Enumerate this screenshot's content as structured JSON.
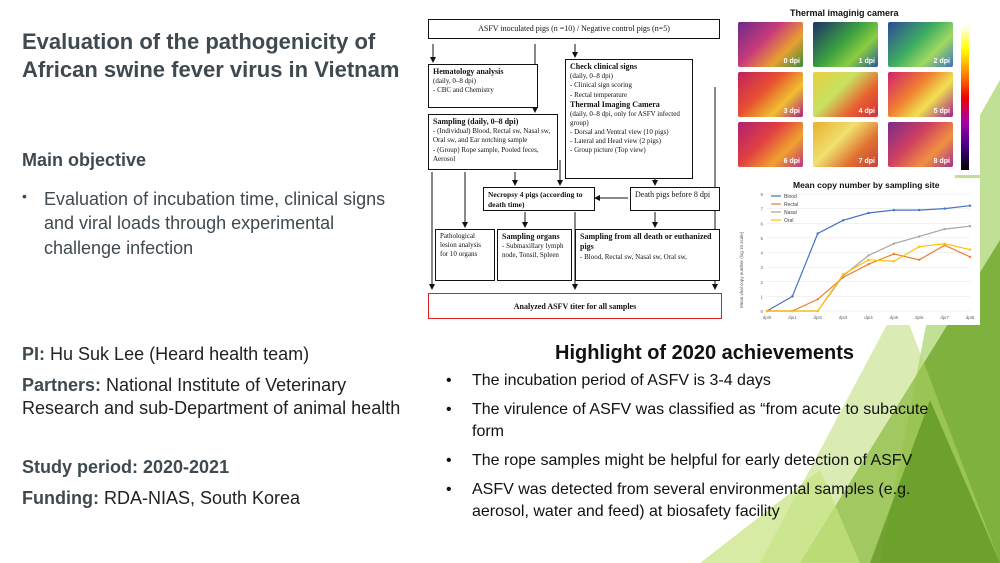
{
  "title": "Evaluation of the pathogenicity of African swine fever virus in Vietnam",
  "objective_heading": "Main objective",
  "objective_bullet": "Evaluation of incubation time, clinical signs and viral loads through experimental challenge infection",
  "pi_label": "PI:",
  "pi_value": "Hu Suk Lee (Heard health team)",
  "partners_label": "Partners:",
  "partners_value": "National Institute of Veterinary Research and sub-Department of animal health",
  "study_period": "Study period: 2020-2021",
  "funding_label": "Funding:",
  "funding_value": "RDA-NIAS, South Korea",
  "highlights_title": "Highlight of 2020 achievements",
  "highlights": [
    "The incubation period of ASFV is 3-4 days",
    "The virulence of ASFV was classified as “from acute to subacute form",
    "The rope samples might be helpful for early detection of ASFV",
    "ASFV was detected from several environmental samples (e.g. aerosol, water and feed) at biosafety facility"
  ],
  "flowchart": {
    "top": "ASFV inoculated pigs (n =10) / Negative control pigs (n=5)",
    "hema_title": "Hematology analysis",
    "hema_sub": "(daily, 0–8 dpi)",
    "hema_item": "-   CBC and Chemistry",
    "samp_title": "Sampling (daily, 0–8 dpi)",
    "samp_ind": "- (Individual) Blood, Rectal sw, Nasal sw, Oral sw, and Ear notching sample",
    "samp_grp": "- (Group) Rope sample, Pooled feces, Aerosol",
    "clin_title": "Check clinical signs",
    "clin_sub": "(daily, 0–8 dpi)",
    "clin_1": "-   Clinical sign scoring",
    "clin_2": "-   Rectal temperature",
    "therm_title": "Thermal Imaging Camera",
    "therm_sub": "(daily, 0–8 dpi, only for ASFV infected group)",
    "therm_1": "-   Dorsal and Ventral view (10 pigs)",
    "therm_2": "-   Lateral and Head view (2 pigs)",
    "therm_3": "-   Group picture (Top view)",
    "necropsy": "Necropsy 4 pigs (according to death time)",
    "death": "Death pigs before 8 dpi",
    "patho": "Pathological lesion analysis for 10 organs",
    "organs_title": "Sampling organs",
    "organs_text": "- Submaxillary lymph node, Tonsil, Spleen",
    "all_title": "Sampling from all death or euthanized pigs",
    "all_text": "- Blood, Rectal sw, Nasal sw, Oral sw,",
    "final": "Analyzed ASFV titer for all samples"
  },
  "thermal": {
    "title": "Thermal imaginig camera",
    "labels": [
      "0 dpi",
      "1 dpi",
      "2 dpi",
      "3 dpi",
      "4 dpi",
      "5 dpi",
      "6 dpi",
      "7 dpi",
      "8 dpi"
    ]
  },
  "chart_data": {
    "type": "line",
    "title": "Mean copy number by sampling site",
    "ylabel": "Mean viral copy number (log 10 scale)",
    "categories": [
      "dpi0",
      "dpi1",
      "dpi2",
      "dpi3",
      "dpi4",
      "dpi5",
      "dpi6",
      "dpi7",
      "dpi8"
    ],
    "ylim": [
      0,
      8
    ],
    "legend": "top-left",
    "series": [
      {
        "name": "Blood",
        "color": "#4472c4",
        "values": [
          0,
          1.0,
          5.3,
          6.2,
          6.7,
          6.9,
          6.9,
          7.0,
          7.2
        ]
      },
      {
        "name": "Rectal",
        "color": "#ed7d31",
        "values": [
          0,
          0,
          0.8,
          2.3,
          3.2,
          3.9,
          3.5,
          4.5,
          3.7
        ]
      },
      {
        "name": "Nasal",
        "color": "#a5a5a5",
        "values": [
          0,
          0,
          0,
          2.4,
          3.8,
          4.6,
          5.1,
          5.6,
          5.8
        ]
      },
      {
        "name": "Oral",
        "color": "#ffc000",
        "values": [
          0,
          0,
          0,
          2.5,
          3.5,
          3.4,
          4.4,
          4.6,
          4.2
        ]
      }
    ]
  }
}
